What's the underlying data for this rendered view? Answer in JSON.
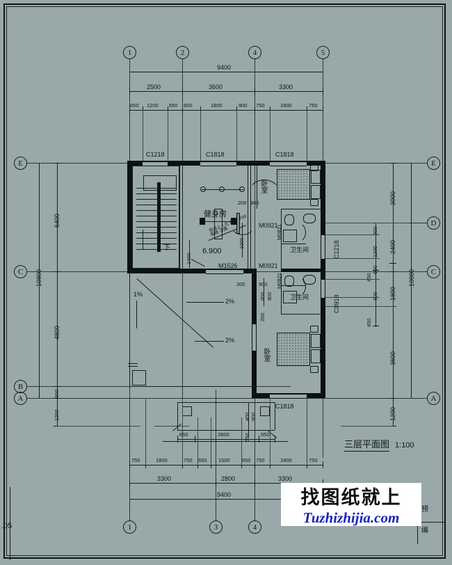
{
  "sheet": {
    "background_color": "#99a8a8",
    "ink_color": "#0d1717",
    "corner_label": ".05"
  },
  "title_block": {
    "title": "三层平面图",
    "scale": "1:100",
    "right_stub_1": "预",
    "right_stub_2": "编"
  },
  "watermark": {
    "chinese": "找图纸就上",
    "english": "Tuzhizhijia.com",
    "english_color": "#1a23b8"
  },
  "grid_bubbles": {
    "top": [
      "1",
      "2",
      "4",
      "5"
    ],
    "bottom": [
      "1",
      "3",
      "4"
    ],
    "left": [
      "E",
      "C",
      "B",
      "A"
    ],
    "right": [
      "E",
      "D",
      "C",
      "A"
    ]
  },
  "dimensions": {
    "top_detail": [
      "650",
      "1200",
      "650",
      "900",
      "1800",
      "900",
      "750",
      "1800",
      "750"
    ],
    "top_mid": [
      "2500",
      "3600",
      "3300"
    ],
    "top_total": "9400",
    "bottom_detail": [
      "750",
      "1800",
      "750",
      "650",
      "1500",
      "650",
      "750",
      "1800",
      "750"
    ],
    "bottom_mid": [
      "3300",
      "2800",
      "3300"
    ],
    "bottom_total": "9400",
    "left_mid": [
      "5400",
      "4800",
      "600",
      "1200"
    ],
    "left_total": "10800",
    "right_mid": [
      "3000",
      "2400",
      "1800",
      "3600",
      "1200"
    ],
    "right_total": "10800",
    "right_detail": [
      "600",
      "1200",
      "600",
      "450",
      "900",
      "450"
    ],
    "porch": [
      "650",
      "2800",
      "650"
    ],
    "porch_vert": [
      "400",
      "900",
      "550"
    ],
    "interior": [
      "1400",
      "1000",
      "200",
      "900",
      "200",
      "800",
      "800",
      "200",
      "900"
    ]
  },
  "labels": {
    "rooms": [
      {
        "name": "健身房",
        "note": "gym"
      },
      {
        "name": "卧室",
        "note": "bedroom-upper"
      },
      {
        "name": "卫生间",
        "note": "bath-upper"
      },
      {
        "name": "卫生间",
        "note": "bath-lower"
      },
      {
        "name": "卧室",
        "note": "bedroom-lower"
      }
    ],
    "elevation": "6.900",
    "stair_direction": "下",
    "slope_left": "1%",
    "slope_roof_1": "2%",
    "slope_roof_2": "2%",
    "roof_note": "现浇上人孔 600*700\n板面 详图",
    "windows": [
      "C1218",
      "C1818",
      "C1818",
      "C1218",
      "C0918",
      "C1818"
    ],
    "doors": [
      "M0921",
      "M1526",
      "M0921",
      "M0821",
      "M0821"
    ]
  }
}
